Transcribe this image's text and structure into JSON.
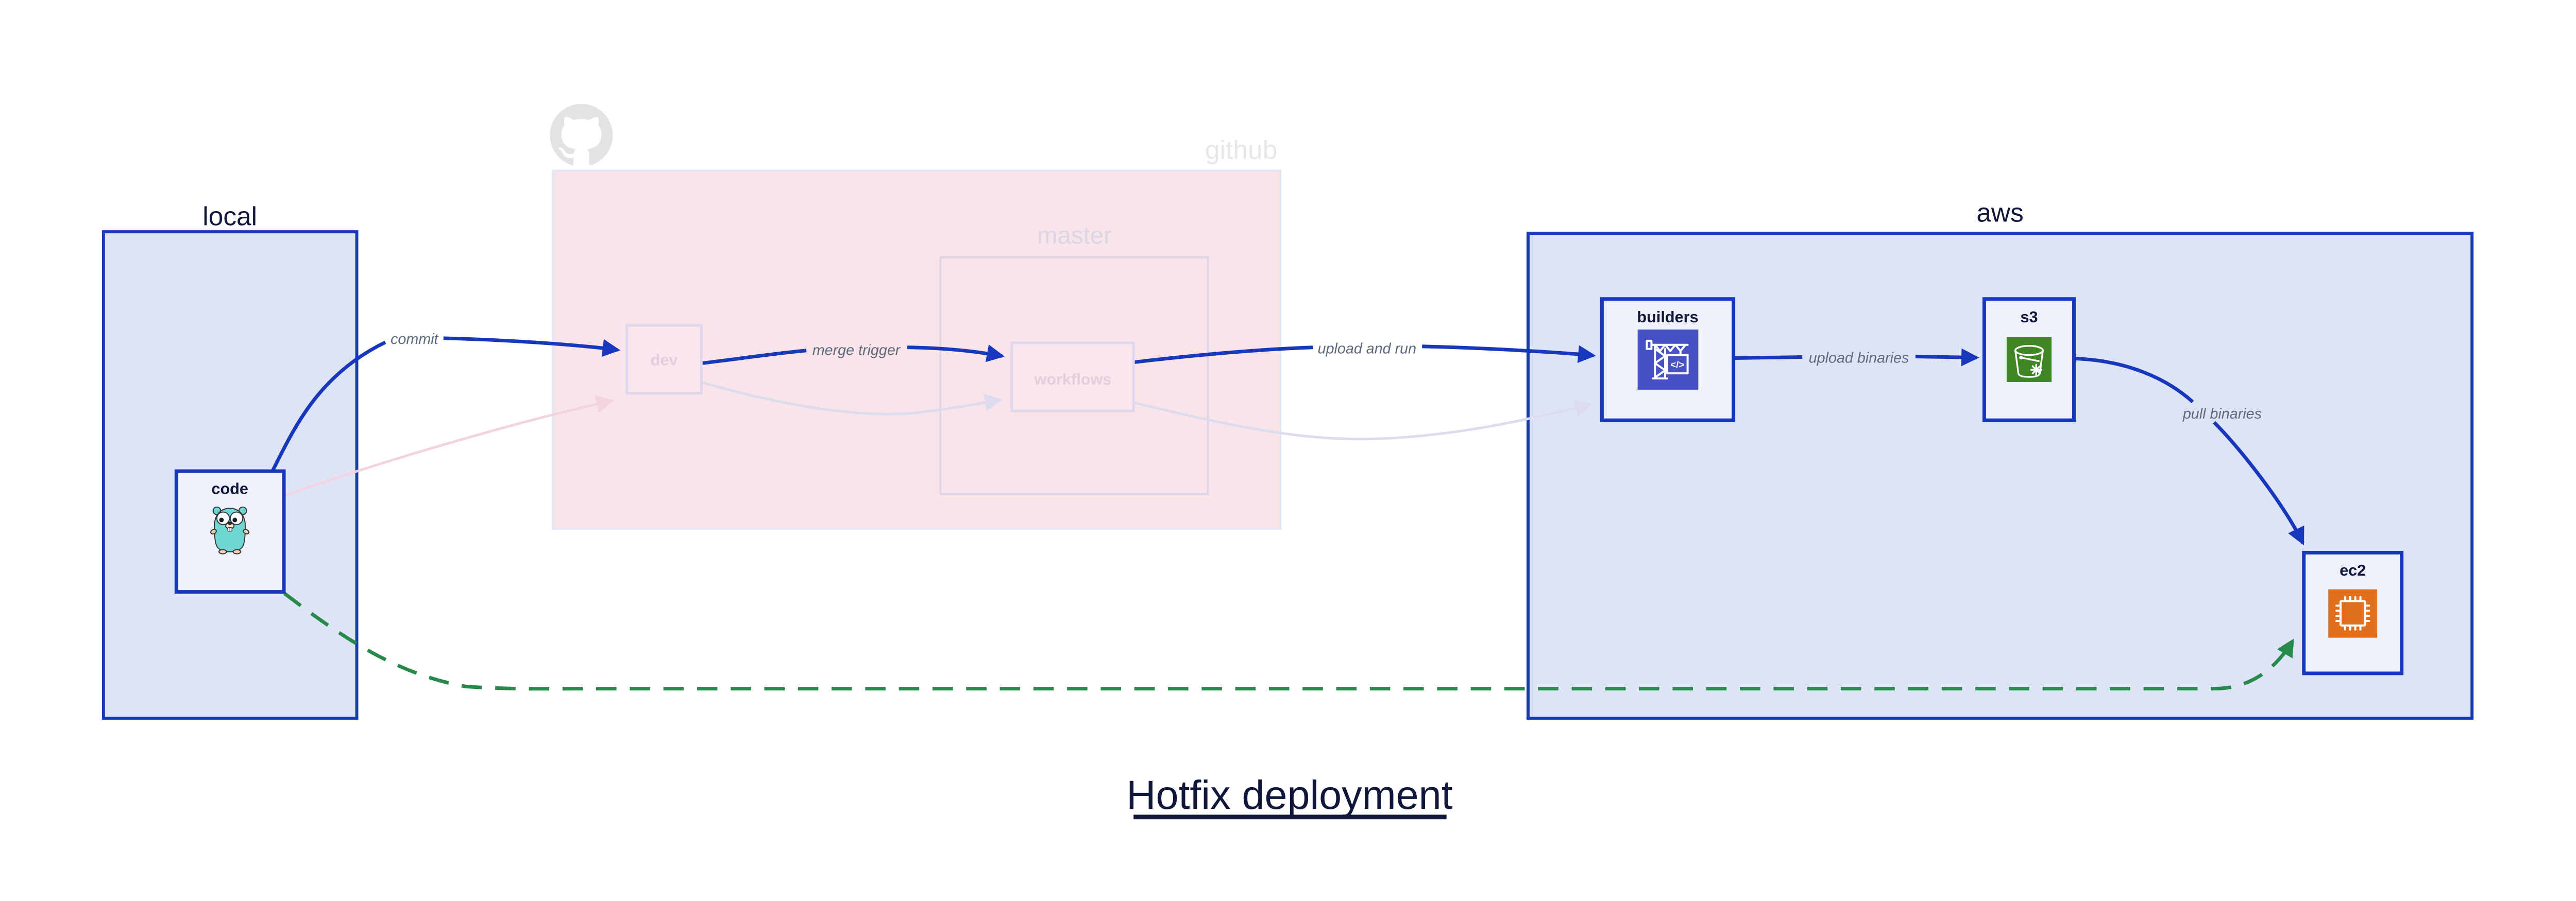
{
  "title": "Hotfix deployment",
  "containers": {
    "local": {
      "label": "local"
    },
    "github": {
      "label": "github"
    },
    "master": {
      "label": "master"
    },
    "aws": {
      "label": "aws"
    }
  },
  "nodes": {
    "code": {
      "label": "code"
    },
    "dev": {
      "label": "dev"
    },
    "workflows": {
      "label": "workflows"
    },
    "builders": {
      "label": "builders"
    },
    "s3": {
      "label": "s3"
    },
    "ec2": {
      "label": "ec2"
    }
  },
  "edges": {
    "commit": {
      "label": "commit"
    },
    "merge_trigger": {
      "label": "merge trigger"
    },
    "upload_and_run": {
      "label": "upload and run"
    },
    "upload_binaries": {
      "label": "upload binaries"
    },
    "pull_binaries": {
      "label": "pull binaries"
    }
  },
  "icons": {
    "octocat": "github-octocat",
    "gopher": "go-gopher",
    "builders": "aws-codebuild-crane",
    "s3": "aws-s3-bucket",
    "ec2": "aws-ec2-chip",
    "codebuild_glyph": "</>"
  },
  "colors": {
    "container_fill": "#dde4f8",
    "container_border": "#1737bd",
    "node_fill": "#eef1fb",
    "edge_blue": "#1737bd",
    "edge_green": "#27894a",
    "github_fill": "#f9e4ea",
    "faded_border": "#ded7ed",
    "faded_edge_pink": "#f3d3de",
    "faded_edge_lavender": "#dcdcee",
    "edge_label_gray": "#5f6b7d",
    "text_dark": "#10173a",
    "builders_icon_bg": "#4751c4",
    "s3_icon_bg": "#3f8624",
    "ec2_icon_bg": "#e0701e",
    "gopher_teal": "#6ed7d2"
  }
}
